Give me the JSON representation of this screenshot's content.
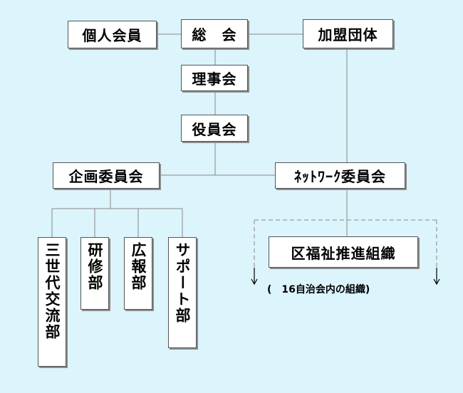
{
  "nodes": {
    "general_assembly": "総　会",
    "individual_members": "個人会員",
    "member_groups": "加盟団体",
    "board": "理事会",
    "officers": "役員会",
    "planning_committee": "企画委員会",
    "network_committee": "ﾈｯﾄﾜｰｸ委員会",
    "welfare_org": "区福祉推進組織",
    "welfare_note": "(　16自治会内の組織)",
    "dept_intergenerational": "三世代交流部",
    "dept_training": "研修部",
    "dept_pr": "広報部",
    "dept_support": "サポート部"
  },
  "colors": {
    "background": "#dcf4fb",
    "box": "#ffffff",
    "line": "#888888"
  }
}
